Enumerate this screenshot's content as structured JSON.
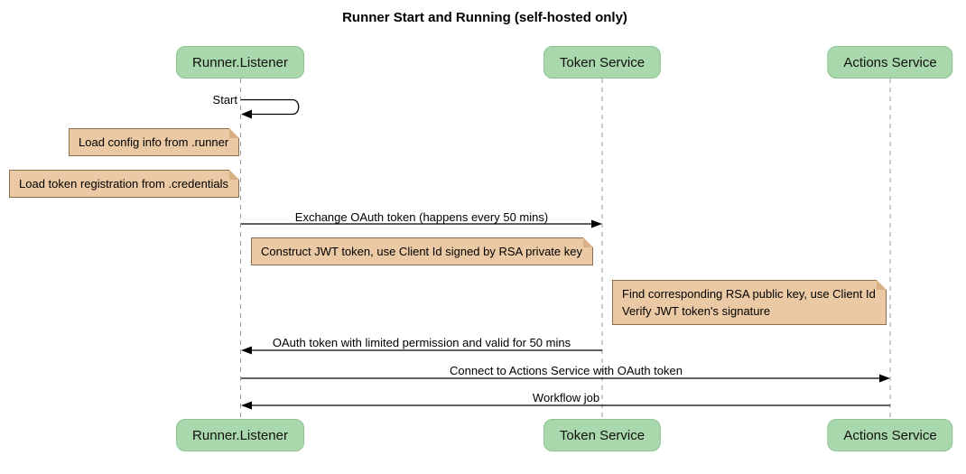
{
  "title": "Runner Start and Running (self-hosted only)",
  "participants": [
    {
      "id": "runner-listener",
      "label": "Runner.Listener"
    },
    {
      "id": "token-service",
      "label": "Token Service"
    },
    {
      "id": "actions-service",
      "label": "Actions Service"
    }
  ],
  "messages": [
    {
      "label": "Start",
      "from": "Runner.Listener",
      "to": "Runner.Listener",
      "kind": "self"
    },
    {
      "label": "Exchange OAuth token (happens every 50 mins)",
      "from": "Runner.Listener",
      "to": "Token Service",
      "kind": "solid-arrow"
    },
    {
      "label": "OAuth token with limited permission and valid for 50 mins",
      "from": "Token Service",
      "to": "Runner.Listener",
      "kind": "solid-arrow"
    },
    {
      "label": "Connect to Actions Service with OAuth token",
      "from": "Runner.Listener",
      "to": "Actions Service",
      "kind": "solid-arrow"
    },
    {
      "label": "Workflow job",
      "from": "Actions Service",
      "to": "Runner.Listener",
      "kind": "solid-arrow"
    }
  ],
  "notes": [
    {
      "position": "left of Runner.Listener",
      "lines": [
        "Load config info from .runner"
      ]
    },
    {
      "position": "left of Runner.Listener",
      "lines": [
        "Load token registration from .credentials"
      ]
    },
    {
      "position": "over Runner.Listener and Token Service",
      "lines": [
        "Construct JWT token, use Client Id signed by RSA private key"
      ]
    },
    {
      "position": "over Token Service and Actions Service",
      "lines": [
        "Find corresponding RSA public key, use Client Id",
        "Verify JWT token's signature"
      ]
    }
  ],
  "colors": {
    "participant_fill": "#a8d8ab",
    "participant_border": "#8fc394",
    "note_fill": "#eac9a4",
    "note_border": "#8a6f4d",
    "note_fold": "#d9b084",
    "lifeline": "#9a9a9a",
    "arrow": "#000000",
    "background": "#ffffff"
  }
}
